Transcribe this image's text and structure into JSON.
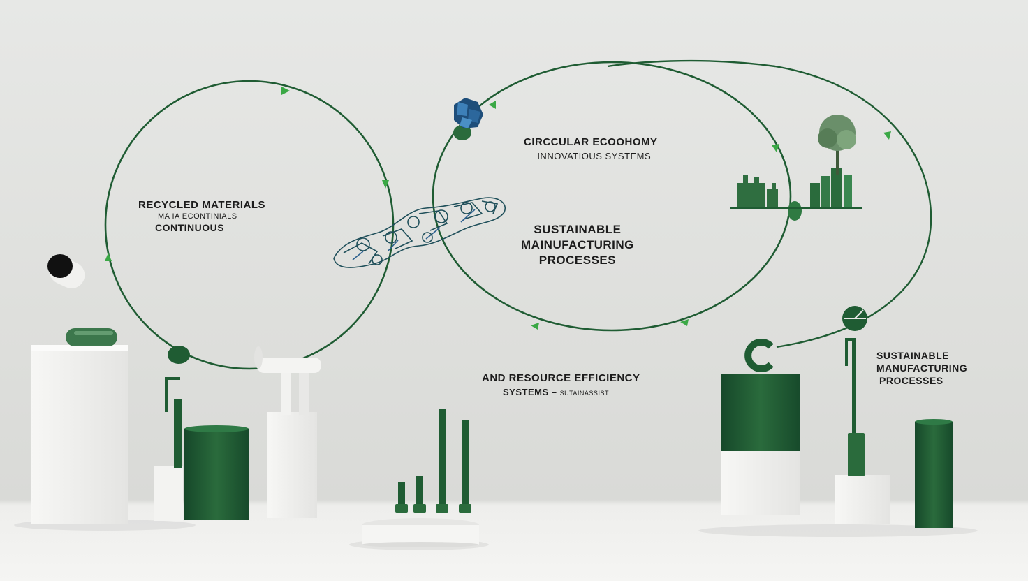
{
  "labels": {
    "recycled": [
      "RECYCLED MATERIALS",
      "MA IA ECONTINIALS",
      "CONTINUOUS"
    ],
    "circular": [
      "CIRCCULAR ECOOHOMY",
      "INNOVATIOUS SYSTEMS"
    ],
    "sustainable_center": [
      "SUSTAINABLE",
      "MAINUFACTURING",
      "PROCESSES"
    ],
    "resource": [
      "AND RESOURCE EFFICIENCY",
      "SYSTEMS –",
      "SUTAINASSIST"
    ],
    "sustainable_right": [
      "SUSTAINABLE",
      "MANUFACTURING",
      "PROCESSES"
    ]
  },
  "colors": {
    "accent_green": "#1f5c33",
    "arrow_green": "#3aa845",
    "pedestal_white": "#f6f6f4",
    "molecule_blue": "#1e4e7a",
    "text": "#1c1c1c"
  }
}
